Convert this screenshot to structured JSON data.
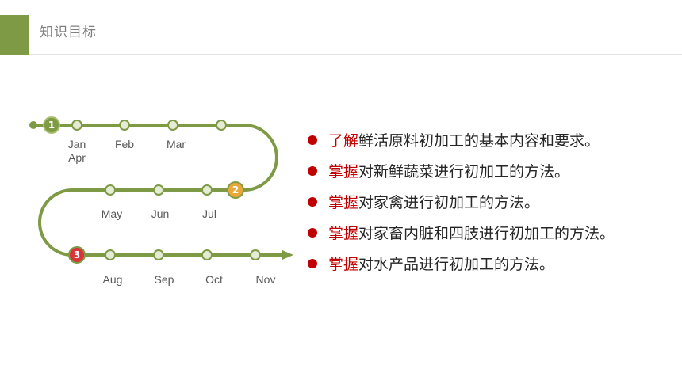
{
  "header": {
    "title": "知识目标"
  },
  "timeline": {
    "months": [
      "Jan",
      "Apr",
      "Feb",
      "Mar",
      "May",
      "Jun",
      "Jul",
      "Aug",
      "Sep",
      "Oct",
      "Nov"
    ],
    "stages": [
      "1",
      "2",
      "3"
    ]
  },
  "objectives": [
    {
      "keyword": "了解",
      "text": "鲜活原料初加工的基本内容和要求。"
    },
    {
      "keyword": "掌握",
      "text": "对新鲜蔬菜进行初加工的方法。"
    },
    {
      "keyword": "掌握",
      "text": "对家禽进行初加工的方法。"
    },
    {
      "keyword": "掌握",
      "text": "对家畜内脏和四肢进行初加工的方法。"
    },
    {
      "keyword": "掌握",
      "text": "对水产品进行初加工的方法。"
    }
  ],
  "colors": {
    "accent": "#7f9a44",
    "keyword": "#c00000",
    "stage2": "#e9a93a",
    "stage3": "#d9343a"
  }
}
